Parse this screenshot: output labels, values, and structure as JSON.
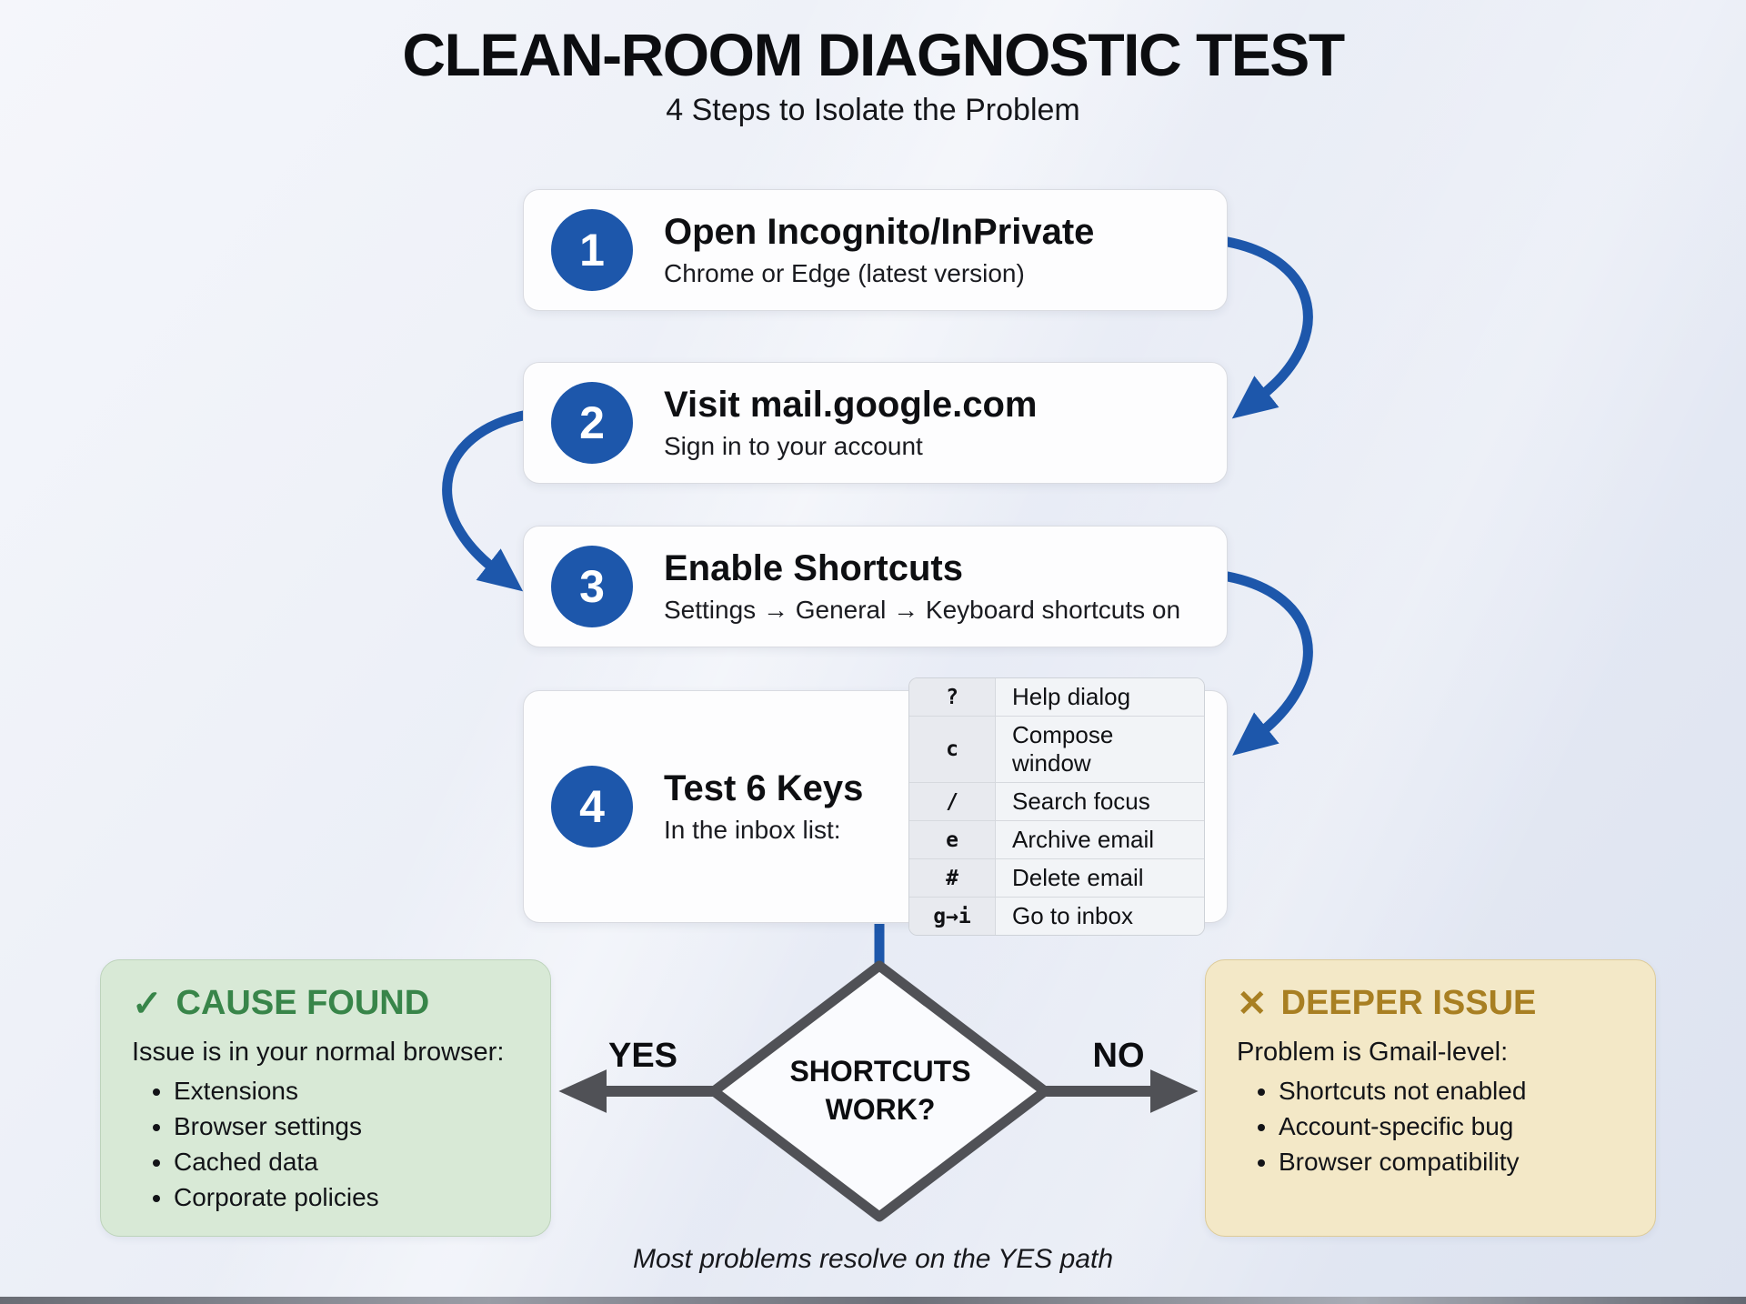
{
  "title": "CLEAN-ROOM DIAGNOSTIC TEST",
  "subtitle": "4 Steps to Isolate the Problem",
  "steps": [
    {
      "number": "1",
      "title": "Open Incognito/InPrivate",
      "description": "Chrome or Edge (latest version)"
    },
    {
      "number": "2",
      "title": "Visit mail.google.com",
      "description": "Sign in to your account"
    },
    {
      "number": "3",
      "title": "Enable Shortcuts",
      "description": "Settings → General → Keyboard shortcuts on"
    },
    {
      "number": "4",
      "title": "Test 6 Keys",
      "description": "In the inbox list:"
    }
  ],
  "shortcut_table": {
    "rows": [
      {
        "key": "?",
        "action": "Help dialog"
      },
      {
        "key": "c",
        "action": "Compose window"
      },
      {
        "key": "/",
        "action": "Search focus"
      },
      {
        "key": "e",
        "action": "Archive email"
      },
      {
        "key": "#",
        "action": "Delete email"
      },
      {
        "key": "g→i",
        "action": "Go to inbox"
      }
    ]
  },
  "decision": {
    "question": "SHORTCUTS WORK?",
    "yes_label": "YES",
    "no_label": "NO"
  },
  "outcome_yes": {
    "icon": "✓",
    "heading": "CAUSE FOUND",
    "intro": "Issue is in your normal browser:",
    "bullets": [
      "Extensions",
      "Browser settings",
      "Cached data",
      "Corporate policies"
    ]
  },
  "outcome_no": {
    "icon": "✕",
    "heading": "DEEPER ISSUE",
    "intro": "Problem is Gmail-level:",
    "bullets": [
      "Shortcuts not enabled",
      "Account-specific bug",
      "Browser compatibility"
    ]
  },
  "footer_note": "Most problems resolve on the YES path",
  "colors": {
    "accent_blue": "#1d57ab",
    "success_green": "#388549",
    "warning_gold": "#a87f22",
    "connector_gray": "#505156"
  }
}
